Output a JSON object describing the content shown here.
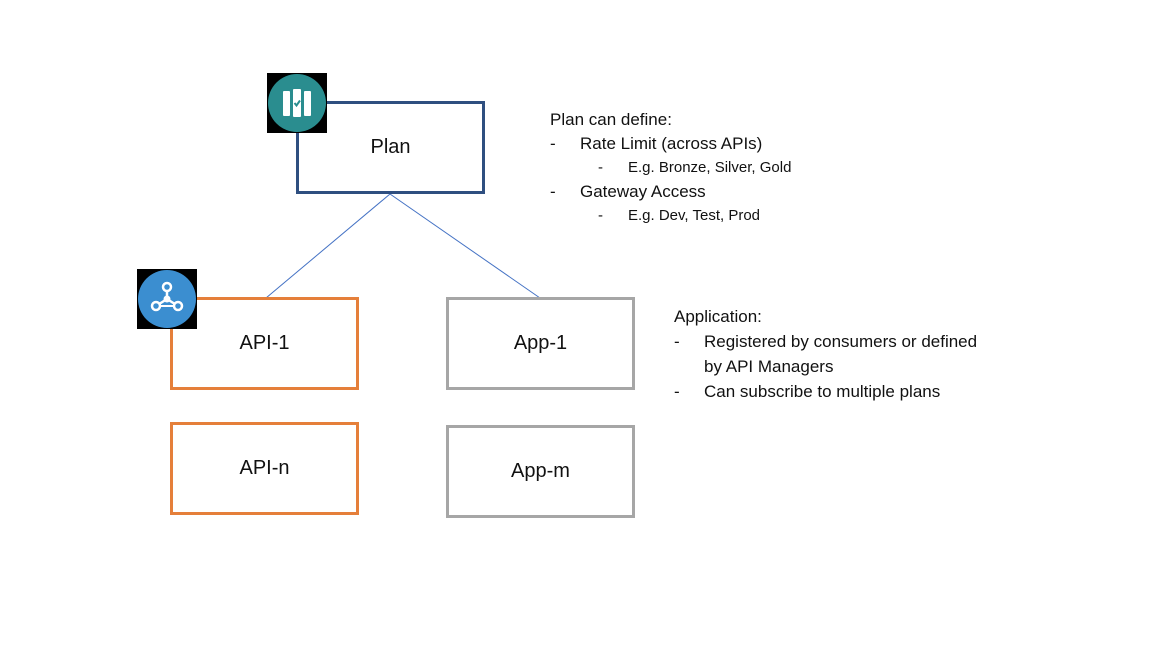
{
  "colors": {
    "plan_border": "#2f4f80",
    "api_border": "#e57f3a",
    "app_border": "#a6a6a6",
    "connector": "#4472c4",
    "plan_icon": "#2a8d8f",
    "api_icon": "#3b8ed0"
  },
  "boxes": {
    "plan": "Plan",
    "api_1": "API-1",
    "api_n": "API-n",
    "app_1": "App-1",
    "app_m": "App-m"
  },
  "icons": {
    "plan": "plan-icon",
    "api": "api-network-icon"
  },
  "plan_note": {
    "title": "Plan can define:",
    "bullet_dash": "-",
    "items": [
      {
        "label": "Rate Limit (across APIs)",
        "sub": "E.g. Bronze, Silver, Gold"
      },
      {
        "label": "Gateway Access",
        "sub": "E.g. Dev, Test, Prod"
      }
    ]
  },
  "app_note": {
    "title": "Application:",
    "bullet_dash": "-",
    "items": [
      {
        "line1": "Registered by consumers or defined",
        "line2": "by API Managers"
      },
      {
        "line1": "Can subscribe to multiple plans"
      }
    ]
  }
}
